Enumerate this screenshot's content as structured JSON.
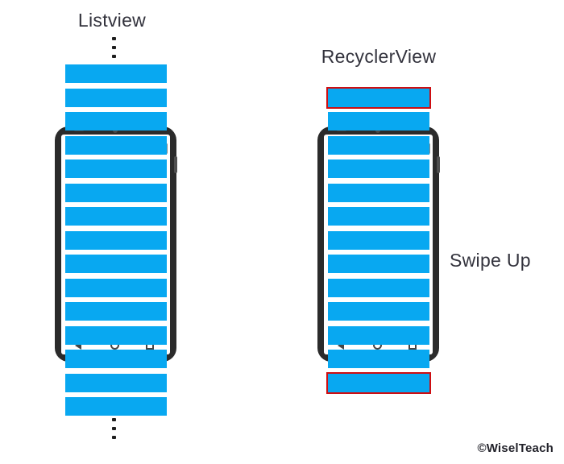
{
  "colors": {
    "item_blue": "#08A8F1",
    "recycled_red": "#CE0E12",
    "phone_body": "#2B2B2B",
    "screen_white": "#FFFFFF",
    "text_dark": "#33333D",
    "nav_gray": "#454545"
  },
  "left_panel": {
    "title": "Listview",
    "item_count": 15,
    "recycled_indices": [],
    "ellipsis_top": true,
    "ellipsis_bottom": true
  },
  "right_panel": {
    "title": "RecyclerView",
    "item_count": 13,
    "recycled_indices": [
      0,
      12
    ],
    "ellipsis_top": false,
    "ellipsis_bottom": false
  },
  "annotations": {
    "swipe_up": "Swipe Up",
    "watermark": "©WiselTeach"
  }
}
